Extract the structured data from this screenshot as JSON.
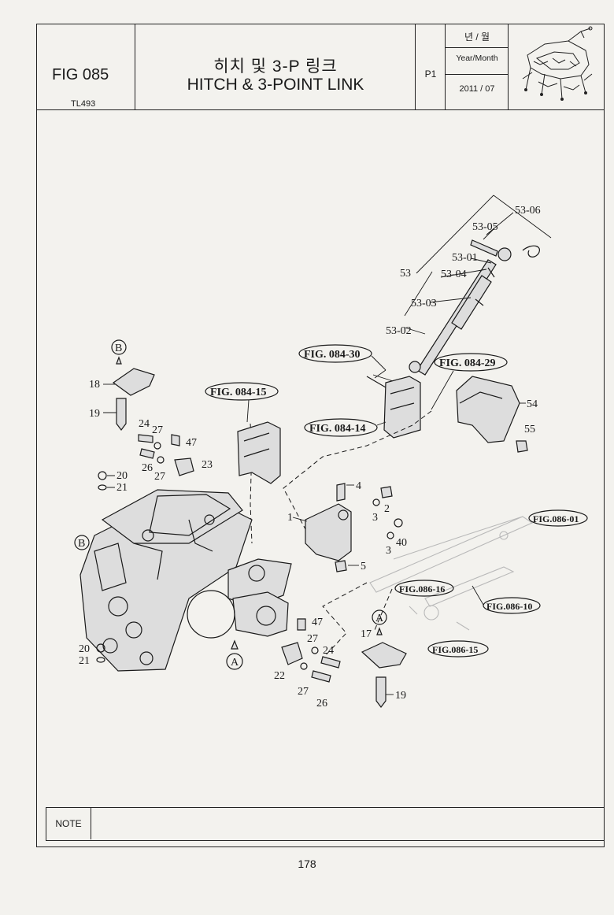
{
  "header": {
    "fig_number": "FIG 085",
    "model": "TL493",
    "title_korean": "히치 및 3-P 링크",
    "title_english": "HITCH & 3-POINT LINK",
    "page_code": "P1",
    "year_month_korean": "년 / 월",
    "year_month_english": "Year/Month",
    "date": "2011 / 07",
    "thumbnail_icon": "tractor-hitch-thumbnail-icon"
  },
  "callouts": {
    "p53_06": "53-06",
    "p53_05": "53-05",
    "p53_01": "53-01",
    "p53": "53",
    "p53_04": "53-04",
    "p53_03": "53-03",
    "p53_02": "53-02",
    "p18": "18",
    "p19a": "19",
    "p24a": "24",
    "p27a": "27",
    "p47a": "47",
    "p23": "23",
    "p26a": "26",
    "p27b": "27",
    "p20a": "20",
    "p21a": "21",
    "p4": "4",
    "p2": "2",
    "p1": "1",
    "p3a": "3",
    "p3b": "3",
    "p40": "40",
    "p5": "5",
    "p54": "54",
    "p55": "55",
    "p47b": "47",
    "p27c": "27",
    "p24b": "24",
    "p22": "22",
    "p27d": "27",
    "p26b": "26",
    "p20b": "20",
    "p21b": "21",
    "p17": "17",
    "p19b": "19",
    "view_a_top": "A",
    "view_a_bottom": "A",
    "view_b_top": "B",
    "view_b_left": "B"
  },
  "figure_refs": {
    "r084_30": "FIG. 084-30",
    "r084_29": "FIG. 084-29",
    "r084_15": "FIG. 084-15",
    "r084_14": "FIG. 084-14",
    "r086_01": "FIG.086-01",
    "r086_16": "FIG.086-16",
    "r086_10": "FIG.086-10",
    "r086_15": "FIG.086-15"
  },
  "note_label": "NOTE",
  "page_number": "178"
}
